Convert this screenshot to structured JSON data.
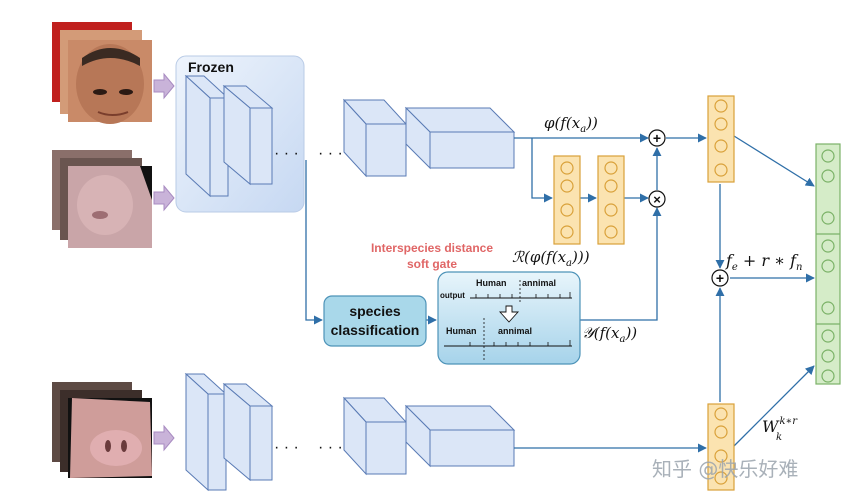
{
  "labels": {
    "frozen": "Frozen",
    "phi": "φ(f(x",
    "phi_sub": "a",
    "phi_close": "))",
    "r_phi": "ℛ(φ(f(x",
    "r_phi_sub": "a",
    "r_phi_close": ")))",
    "y_f": "𝒴(f(x",
    "y_f_sub": "a",
    "y_f_close": "))",
    "fe_expr": "f",
    "fe_sub": "e",
    "fe_rest": " + r ∗ f",
    "fn_sub": "n",
    "w": "W",
    "w_sub": "k",
    "w_sup": "k∗r",
    "gate_title_1": "Interspecies distance",
    "gate_title_2": "soft gate",
    "species_1": "species",
    "species_2": "classification",
    "gate_human_top": "Human",
    "gate_animal_top": "annimal",
    "gate_output": "output",
    "gate_human_bottom": "Human",
    "gate_animal_bottom": "annimal",
    "dots_1": "· · ·",
    "dots_2": "· · ·",
    "dots_3": "· · ·",
    "dots_4": "· · ·",
    "plus": "+",
    "times": "×",
    "watermark": "知乎 @快乐好难"
  },
  "colors": {
    "block_fill": "#dbe6f7",
    "block_stroke": "#5a7bb5",
    "frozen_bg": "#d7e4f6",
    "orange_fill": "#fbe3b0",
    "orange_stroke": "#d9a13a",
    "green_fill": "#d5ecc8",
    "green_stroke": "#7bb267",
    "arrow": "#2f6fa8",
    "gate_title": "#e06666",
    "species_fill": "#a9d8ea",
    "gate_fill": "#c9e6f3"
  }
}
